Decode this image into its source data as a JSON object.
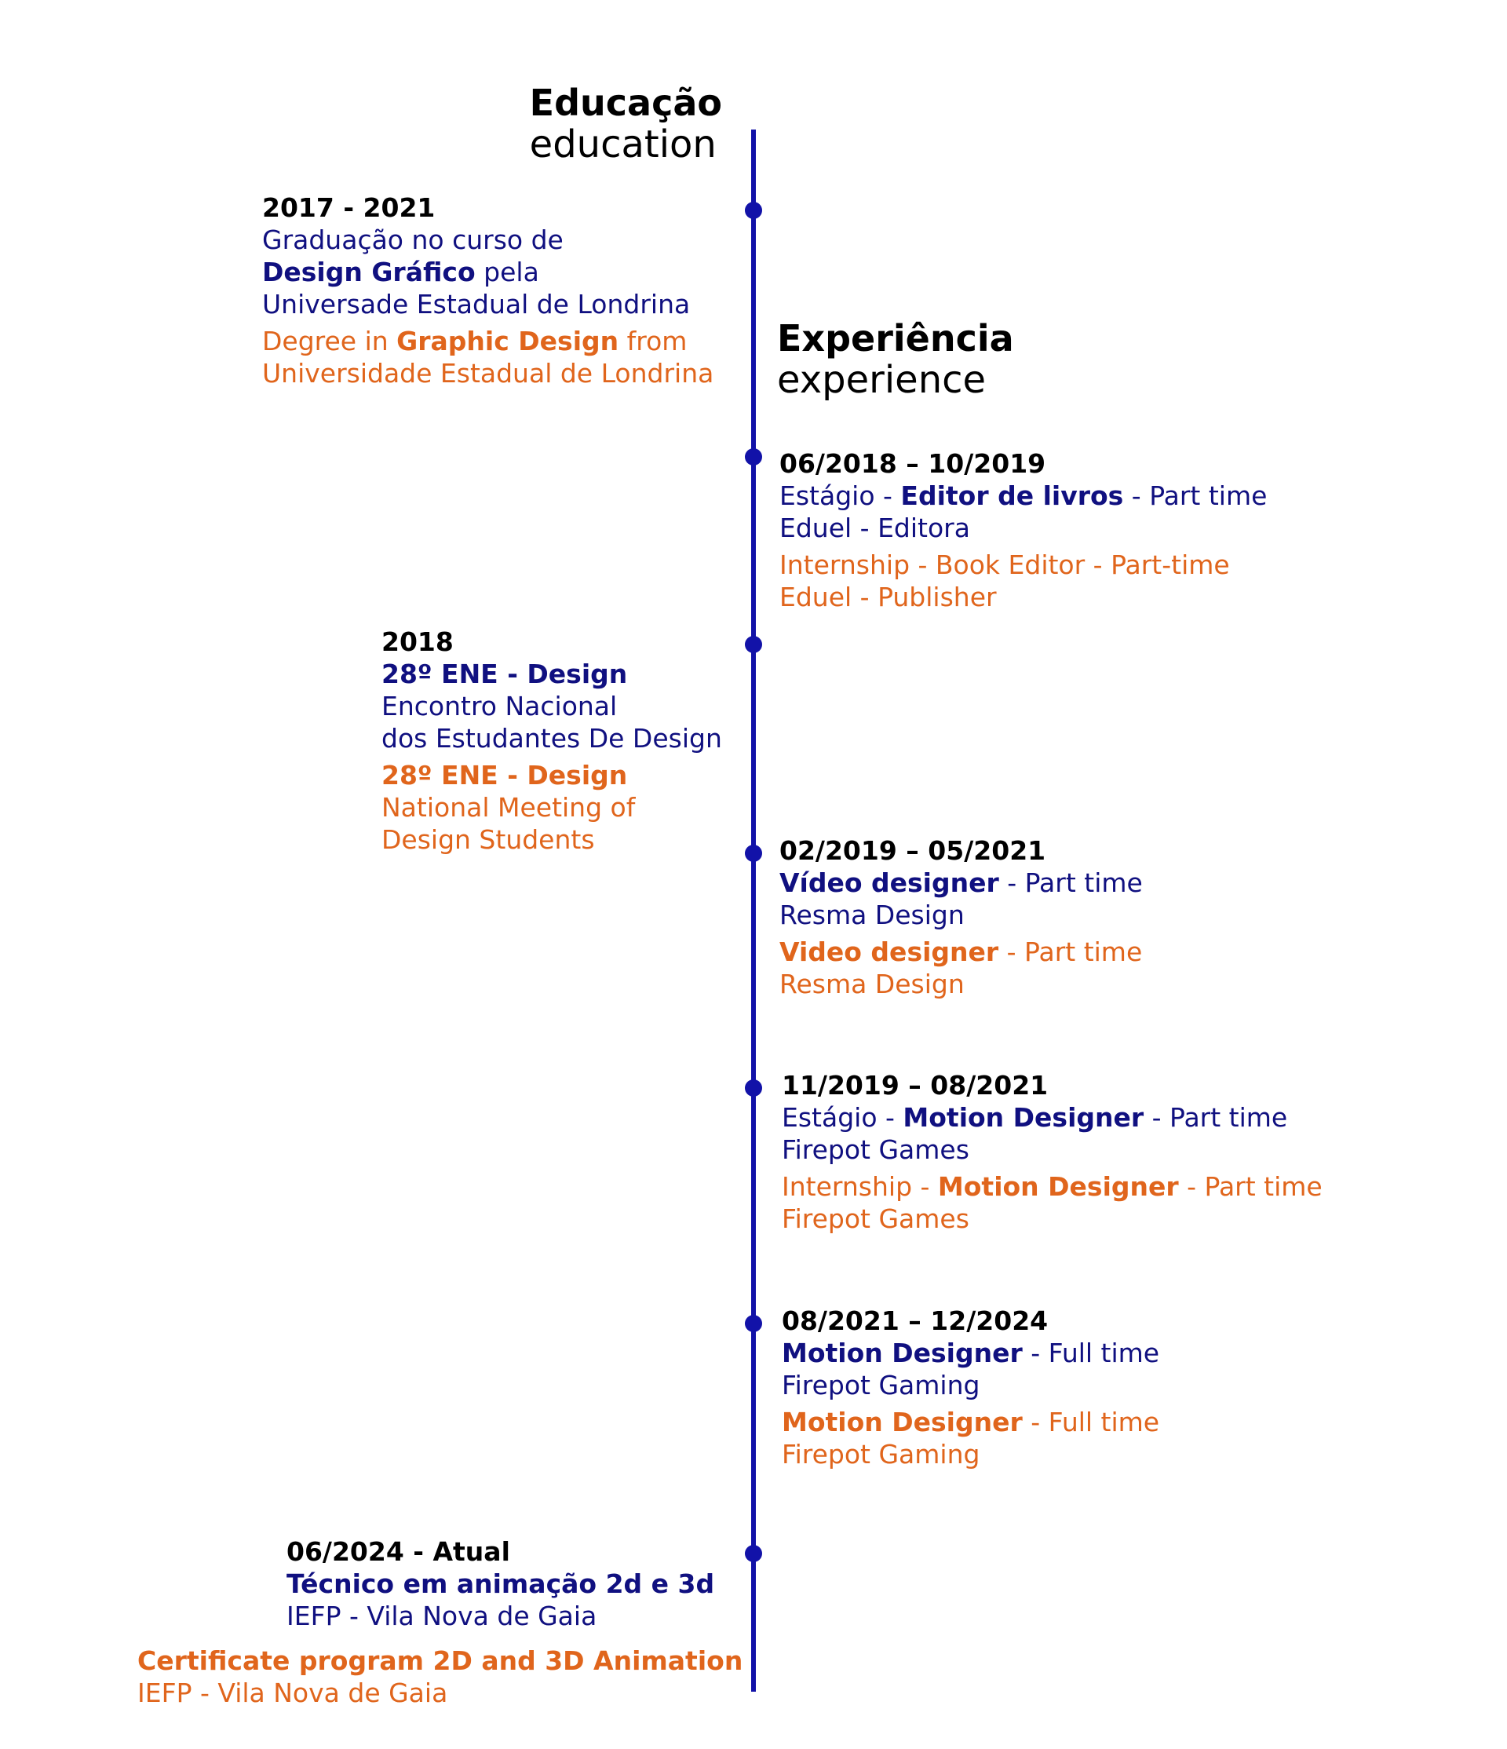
{
  "headings": {
    "education": {
      "pt": "Educação",
      "en": "education"
    },
    "experience": {
      "pt": "Experiência",
      "en": "experience"
    }
  },
  "education": [
    {
      "date": "2017 - 2021",
      "pt": {
        "l1": "Graduação no curso de",
        "l2_bold": "Design Gráfico",
        "l2_rest": " pela",
        "l3": "Universade Estadual de Londrina"
      },
      "en": {
        "l1_pre": "Degree in ",
        "l1_bold": "Graphic Design",
        "l1_post": " from",
        "l2": "Universidade Estadual de Londrina"
      }
    },
    {
      "date": "2018",
      "pt": {
        "l1_bold": "28º ENE - Design",
        "l2": "Encontro Nacional",
        "l3": "dos Estudantes De Design"
      },
      "en": {
        "l1_bold": "28º ENE - Design",
        "l2": "National Meeting of",
        "l3": "Design Students"
      }
    },
    {
      "date": "06/2024 - Atual",
      "pt": {
        "l1_bold": "Técnico em animação 2d e 3d",
        "l2": "IEFP - Vila Nova de Gaia"
      },
      "en": {
        "l1_bold": "Certificate program 2D and 3D Animation",
        "l2": "IEFP - Vila Nova de Gaia"
      }
    }
  ],
  "experience": [
    {
      "date": "06/2018 – 10/2019",
      "pt": {
        "pre": "Estágio - ",
        "bold": "Editor de livros",
        "post": " - Part time",
        "l2": "Eduel - Editora"
      },
      "en": {
        "pre": "Internship - Book Editor - Part-time",
        "bold": "",
        "post": "",
        "l2": "Eduel - Publisher"
      }
    },
    {
      "date": "02/2019 – 05/2021",
      "pt": {
        "pre": "",
        "bold": "Vídeo designer",
        "post": " - Part time",
        "l2": "Resma Design"
      },
      "en": {
        "pre": "",
        "bold": "Video designer",
        "post": " - Part time",
        "l2": "Resma Design"
      }
    },
    {
      "date": "11/2019 – 08/2021",
      "pt": {
        "pre": "Estágio - ",
        "bold": "Motion Designer",
        "post": " - Part time",
        "l2": "Firepot Games"
      },
      "en": {
        "pre": "Internship - ",
        "bold": "Motion Designer",
        "post": " - Part time",
        "l2": "Firepot Games"
      }
    },
    {
      "date": "08/2021 – 12/2024",
      "pt": {
        "pre": "",
        "bold": "Motion Designer",
        "post": " - Full time",
        "l2": "Firepot Gaming"
      },
      "en": {
        "pre": "",
        "bold": "Motion Designer",
        "post": " - Full time",
        "l2": "Firepot Gaming"
      }
    }
  ],
  "colors": {
    "axis": "#1212a8",
    "portuguese": "#101080",
    "english": "#e0651c",
    "date": "#000000"
  }
}
